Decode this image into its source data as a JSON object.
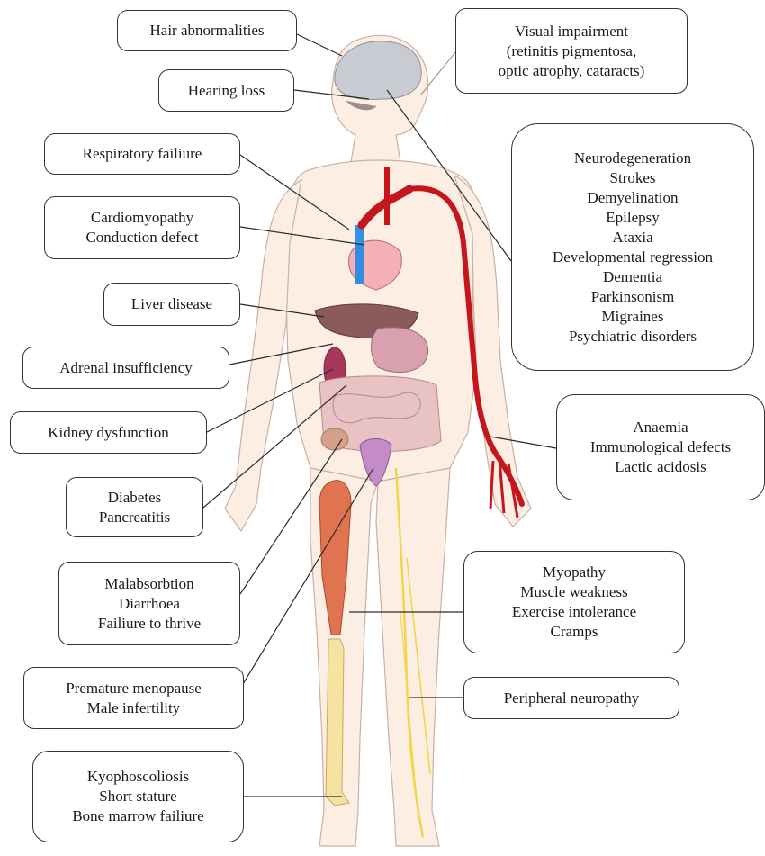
{
  "labels": {
    "hair": [
      "Hair abnormalities"
    ],
    "visual": [
      "Visual impairment",
      "(retinitis pigmentosa,",
      "optic atrophy, cataracts)"
    ],
    "hearing": [
      "Hearing loss"
    ],
    "respiratory": [
      "Respiratory failiure"
    ],
    "neuro": [
      "Neurodegeneration",
      "Strokes",
      "Demyelination",
      "Epilepsy",
      "Ataxia",
      "Developmental regression",
      "Dementia",
      "Parkinsonism",
      "Migraines",
      "Psychiatric disorders"
    ],
    "cardio": [
      "Cardiomyopathy",
      "Conduction defect"
    ],
    "liver": [
      "Liver disease"
    ],
    "adrenal": [
      "Adrenal insufficiency"
    ],
    "kidney": [
      "Kidney dysfunction"
    ],
    "blood": [
      "Anaemia",
      "Immunological defects",
      "Lactic acidosis"
    ],
    "diabetes": [
      "Diabetes",
      "Pancreatitis"
    ],
    "gut": [
      "Malabsorbtion",
      "Diarrhoea",
      "Failiure to thrive"
    ],
    "muscle": [
      "Myopathy",
      "Muscle weakness",
      "Exercise intolerance",
      "Cramps"
    ],
    "repro": [
      "Premature menopause",
      "Male infertility"
    ],
    "nerve": [
      "Peripheral neuropathy"
    ],
    "bone": [
      "Kyophoscoliosis",
      "Short stature",
      "Bone marrow failiure"
    ]
  },
  "colors": {
    "skin": "#fdeee4",
    "skin_outline": "#c9b0a2",
    "brain": "#c8ccd2",
    "artery": "#c4161c",
    "vein": "#1e88e5",
    "heart": "#f3b1b6",
    "liver": "#8a5a5d",
    "muscle": "#e07350",
    "bone": "#f7e3a1",
    "nerve": "#f2d64a",
    "intestine": "#e9c2c4",
    "kidney": "#a8375c"
  }
}
